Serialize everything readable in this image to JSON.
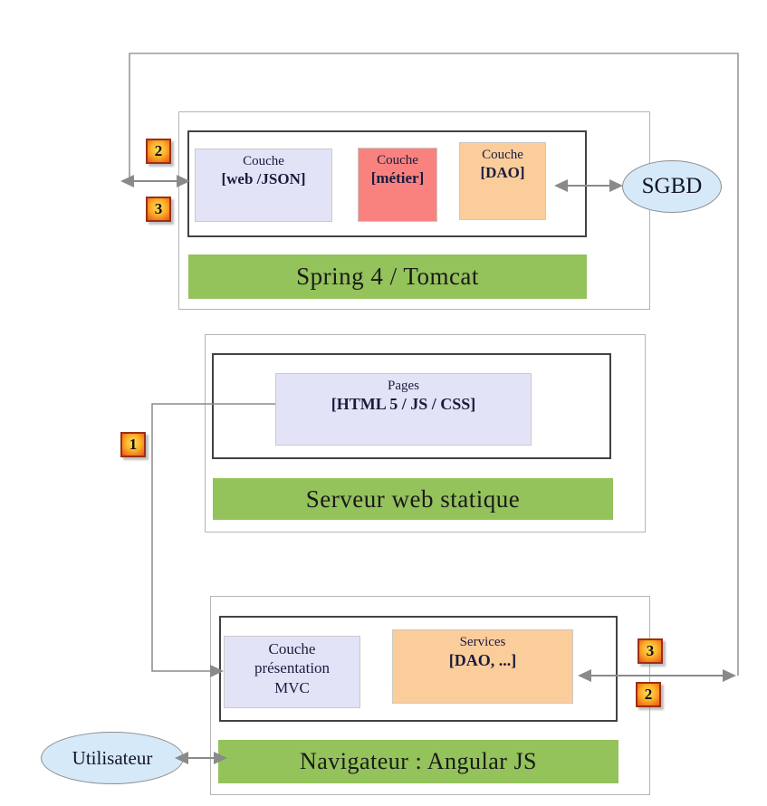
{
  "colors": {
    "group_border": "#b5b5b5",
    "frame_border": "#424242",
    "bar_green": "#94c25b",
    "layer_lavender": "#e3e3f7",
    "layer_red": "#f9827e",
    "layer_orange": "#fbcd9b",
    "ellipse_blue": "#d5e9f8",
    "connector_gray": "#8a8a8a",
    "badge_border": "#9c3012",
    "badge_center": "#ffe05a",
    "badge_edge": "#e85a20"
  },
  "spring": {
    "bar": "Spring 4 / Tomcat",
    "web": {
      "title": "Couche",
      "detail": "[web /JSON]"
    },
    "metier": {
      "title": "Couche",
      "detail": "[métier]"
    },
    "dao": {
      "title": "Couche",
      "detail": "[DAO]"
    }
  },
  "static_server": {
    "bar": "Serveur web statique",
    "pages": {
      "title": "Pages",
      "detail": "[HTML 5 / JS / CSS]"
    }
  },
  "browser": {
    "bar": "Navigateur : Angular JS",
    "presentation": {
      "line1": "Couche",
      "line2": "présentation",
      "line3": "MVC"
    },
    "services": {
      "title": "Services",
      "detail": "[DAO, ...]"
    }
  },
  "sgbd_label": "SGBD",
  "user_label": "Utilisateur",
  "badges": {
    "step1": "1",
    "step2_request": "2",
    "step3_response": "3",
    "step3_browser": "3",
    "step2_browser": "2"
  }
}
